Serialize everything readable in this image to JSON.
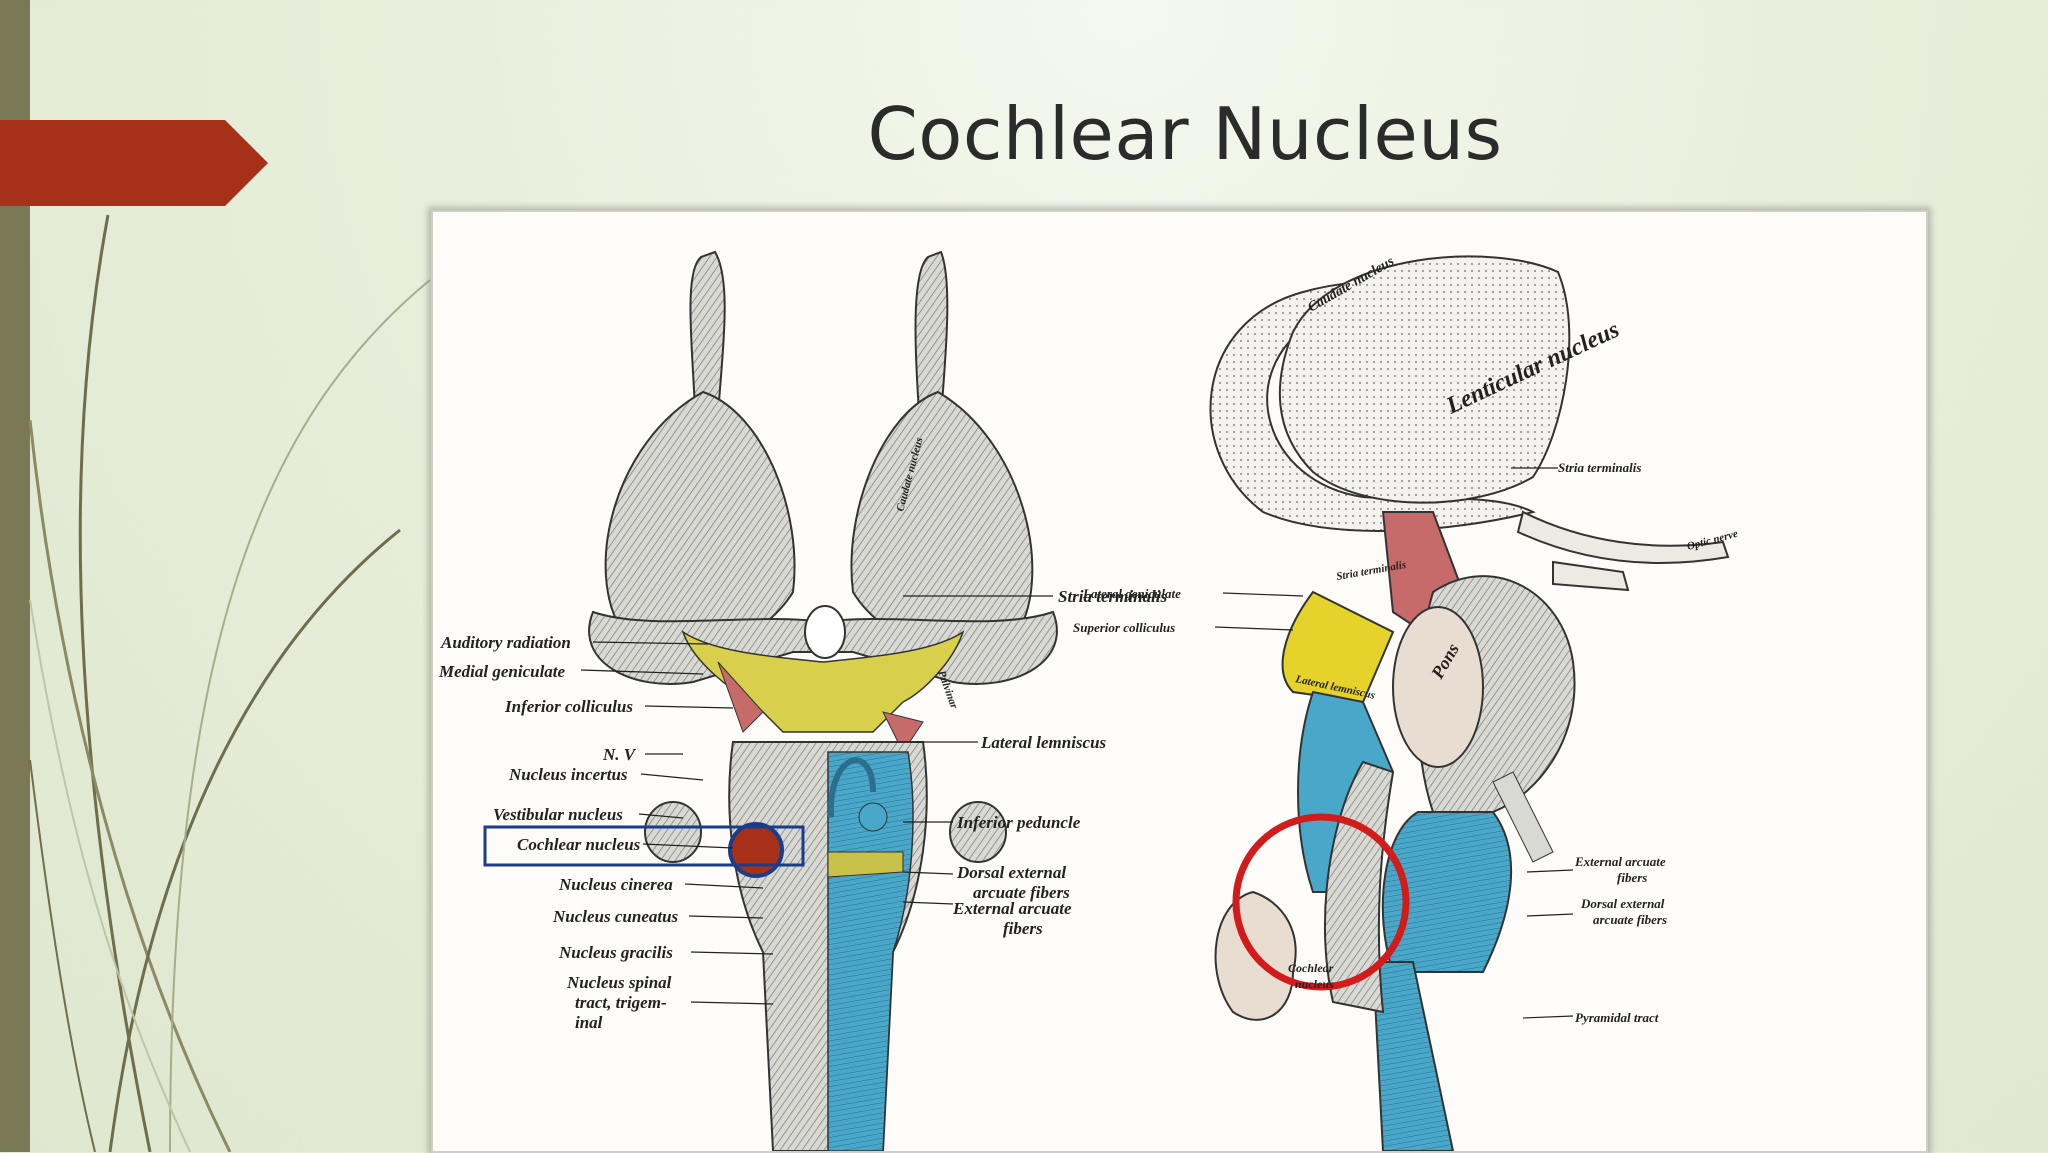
{
  "slide": {
    "title": "Cochlear Nucleus",
    "accent_color": "#a63018",
    "sidebar_color": "#7b7856"
  },
  "figure_left": {
    "labels": {
      "auditory_radiation": "Auditory radiation",
      "medial_geniculate": "Medial geniculate",
      "inferior_colliculus": "Inferior colliculus",
      "n_v": "N. V",
      "nucleus_incertus": "Nucleus incertus",
      "vestibular_nucleus": "Vestibular nucleus",
      "cochlear_nucleus": "Cochlear nucleus",
      "nucleus_cinerea": "Nucleus cinerea",
      "nucleus_cuneatus": "Nucleus cuneatus",
      "nucleus_gracilis": "Nucleus gracilis",
      "nucleus_spinal_1": "Nucleus spinal",
      "nucleus_spinal_2": "tract, trigem-",
      "nucleus_spinal_3": "inal",
      "stria_terminalis": "Stria terminalis",
      "lateral_lemniscus": "Lateral lemniscus",
      "inferior_peduncle": "Inferior peduncle",
      "dorsal_external_1": "Dorsal external",
      "dorsal_external_2": "arcuate fibers",
      "external_arcuate_1": "External arcuate",
      "external_arcuate_2": "fibers",
      "caudate_nucleus": "Caudate nucleus",
      "pulvinar": "Pulvinar"
    }
  },
  "figure_right": {
    "labels": {
      "caudate_nucleus": "Caudate nucleus",
      "lenticular_nucleus": "Lenticular nucleus",
      "stria_terminalis": "Stria terminalis",
      "optic_nerve": "Optic nerve",
      "lateral_geniculate": "Lateral geniculate",
      "superior_colliculus": "Superior colliculus",
      "pons": "Pons",
      "external_arcuate_1": "External arcuate",
      "external_arcuate_2": "fibers",
      "dorsal_external_1": "Dorsal external",
      "dorsal_external_2": "arcuate fibers",
      "cochlear_1": "Cochlear",
      "cochlear_2": "nucleus",
      "pyramidal_tract": "Pyramidal tract",
      "stria_terminalis_small": "Stria terminalis",
      "lateral_lemniscus": "Lateral lemniscus"
    }
  }
}
